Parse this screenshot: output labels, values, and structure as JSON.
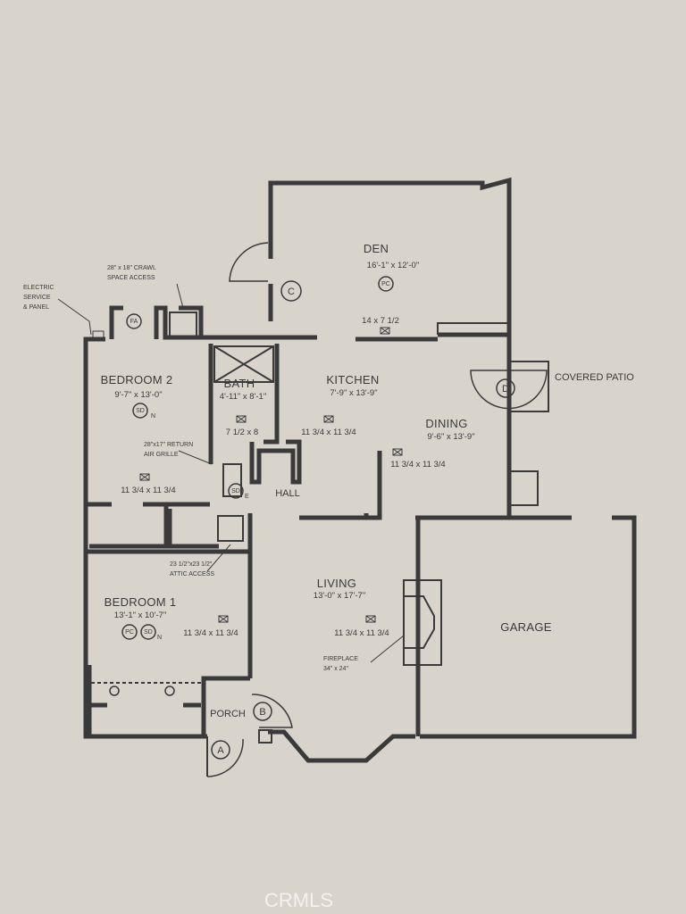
{
  "rooms": {
    "den": {
      "name": "DEN",
      "dims": "16'-1\" x 12'-0\""
    },
    "bedroom2": {
      "name": "BEDROOM 2",
      "dims": "9'-7\" x 13'-0\""
    },
    "bath": {
      "name": "BATH",
      "dims": "4'-11\" x 8'-1\""
    },
    "kitchen": {
      "name": "KITCHEN",
      "dims": "7'-9\" x 13'-9\""
    },
    "dining": {
      "name": "DINING",
      "dims": "9'-6\" x 13'-9\""
    },
    "living": {
      "name": "LIVING",
      "dims": "13'-0\" x 17'-7\""
    },
    "bedroom1": {
      "name": "BEDROOM 1",
      "dims": "13'-1\" x 10'-7\""
    },
    "garage": {
      "name": "GARAGE"
    },
    "porch": {
      "name": "PORCH"
    },
    "hall": {
      "name": "HALL"
    },
    "covered_patio": {
      "name": "COVERED PATIO"
    }
  },
  "vent_sizes": {
    "den": "14 x 7 1/2",
    "bath": "7 1/2 x 8",
    "kitchen": "11 3/4 x 11 3/4",
    "dining": "11 3/4 x 11 3/4",
    "bedroom2": "11 3/4 x 11 3/4",
    "bedroom1": "11 3/4 x 11 3/4",
    "living": "11 3/4 x 11 3/4"
  },
  "notes": {
    "electric_service": [
      "ELECTRIC",
      "SERVICE",
      "& PANEL"
    ],
    "crawl_space": [
      "28\" x 18\" CRAWL",
      "SPACE ACCESS"
    ],
    "return_air": [
      "28\"x17\" RETURN",
      "AIR GRILLE"
    ],
    "attic_access": [
      "23 1/2\"x23 1/2\"",
      "ATTIC ACCESS"
    ],
    "fireplace": [
      "FIREPLACE",
      "34\" x 24\""
    ]
  },
  "markers": {
    "a": "A",
    "b": "B",
    "c": "C",
    "d": "D",
    "pc": "PC",
    "sd": "SD",
    "fa": "FA",
    "sub_n": "N",
    "sub_e": "E"
  },
  "watermark": "CRMLS",
  "colors": {
    "background": "#d8d4cc",
    "ink": "#3a3a3a"
  }
}
